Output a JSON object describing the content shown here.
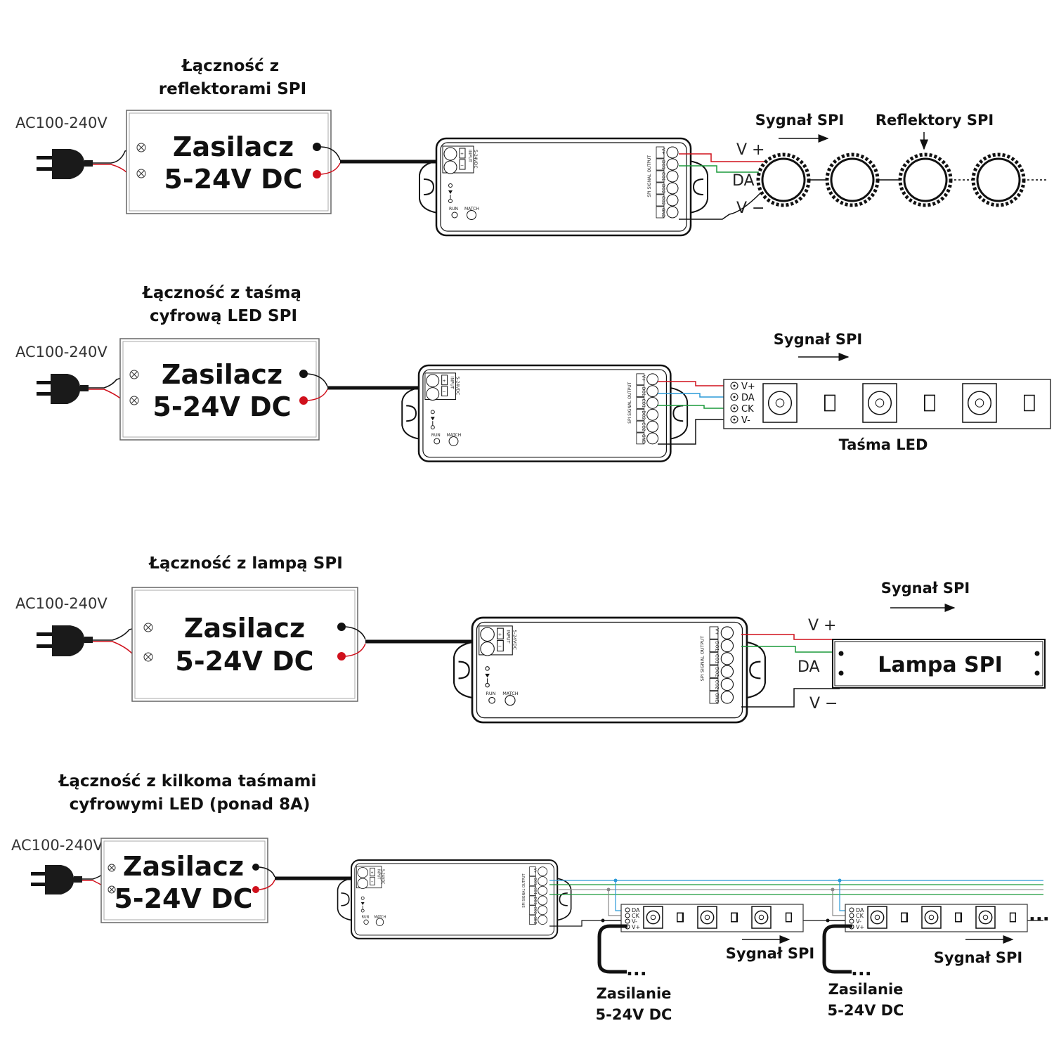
{
  "common": {
    "ac_input": "AC100-240V",
    "psu_line1": "Zasilacz",
    "psu_line2": "5-24V DC",
    "spi_signal": "Sygnał SPI",
    "controller": {
      "input": "INPUT",
      "input_voltage": "5-24VDC",
      "plus": "+",
      "minus": "−",
      "output_title": "SPI SIGNAL OUTPUT",
      "pins": [
        "V+",
        "DO1",
        "CO1",
        "DO2",
        "CO2",
        "GND"
      ],
      "run": "RUN",
      "match": "MATCH"
    },
    "wire_vplus": "V +",
    "wire_da": "DA",
    "wire_vminus": "V −",
    "colors": {
      "red": "#d0101c",
      "green": "#1a9a3a",
      "blue": "#2a9ad8",
      "black": "#111111"
    }
  },
  "section_1": {
    "title_line1": "Łączność z",
    "title_line2": "reflektorami SPI",
    "spot_label": "Reflektory SPI"
  },
  "section_2": {
    "title_line1": "Łączność z taśmą",
    "title_line2": "cyfrową LED SPI",
    "strip_label": "Taśma LED",
    "strip_pins": [
      "V+",
      "DA",
      "CK",
      "V-"
    ]
  },
  "section_3": {
    "title": "Łączność z lampą SPI",
    "lamp_label": "Lampa SPI"
  },
  "section_4": {
    "title_line1": "Łączność z kilkoma taśmami",
    "title_line2": "cyfrowymi LED (ponad 8A)",
    "strip_pins": [
      "DA",
      "CK",
      "V-",
      "V+"
    ],
    "feed_line1": "Zasilanie",
    "feed_line2": "5-24V DC",
    "dots": "..."
  }
}
